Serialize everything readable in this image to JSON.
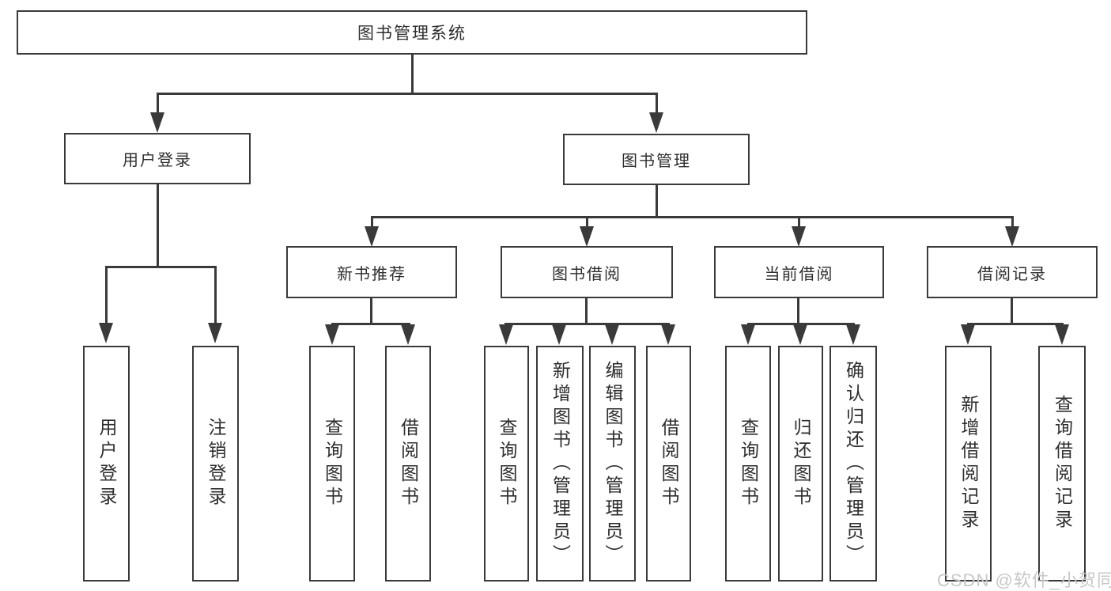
{
  "diagram_title": "图书管理系统",
  "watermark": "CSDN @软件_小贺同学",
  "colors": {
    "line": "#3a3a3a",
    "box_border": "#3a3a3a",
    "text": "#2e2e2e",
    "watermark": "#c8c8c8",
    "background": "#ffffff"
  },
  "nodes": {
    "root": {
      "label": "图书管理系统"
    },
    "user_login": {
      "label": "用户登录"
    },
    "book_management": {
      "label": "图书管理"
    },
    "new_book_recommend": {
      "label": "新书推荐"
    },
    "book_borrow": {
      "label": "图书借阅"
    },
    "current_borrow": {
      "label": "当前借阅"
    },
    "borrow_record": {
      "label": "借阅记录"
    },
    "leaf_user_login": {
      "label": "用户登录"
    },
    "leaf_logout_login": {
      "label": "注销登录"
    },
    "leaf_recommend_query_book": {
      "label": "查询图书"
    },
    "leaf_recommend_borrow_book": {
      "label": "借阅图书"
    },
    "leaf_borrow_query_book": {
      "label": "查询图书"
    },
    "leaf_borrow_add_book": {
      "label": "新增图书（管理员）"
    },
    "leaf_borrow_edit_book": {
      "label": "编辑图书（管理员）"
    },
    "leaf_borrow_borrow_book": {
      "label": "借阅图书"
    },
    "leaf_current_query_book": {
      "label": "查询图书"
    },
    "leaf_current_return_book": {
      "label": "归还图书"
    },
    "leaf_current_confirm_return": {
      "label": "确认归还（管理员）"
    },
    "leaf_record_add": {
      "label": "新增借阅记录"
    },
    "leaf_record_query": {
      "label": "查询借阅记录"
    }
  }
}
